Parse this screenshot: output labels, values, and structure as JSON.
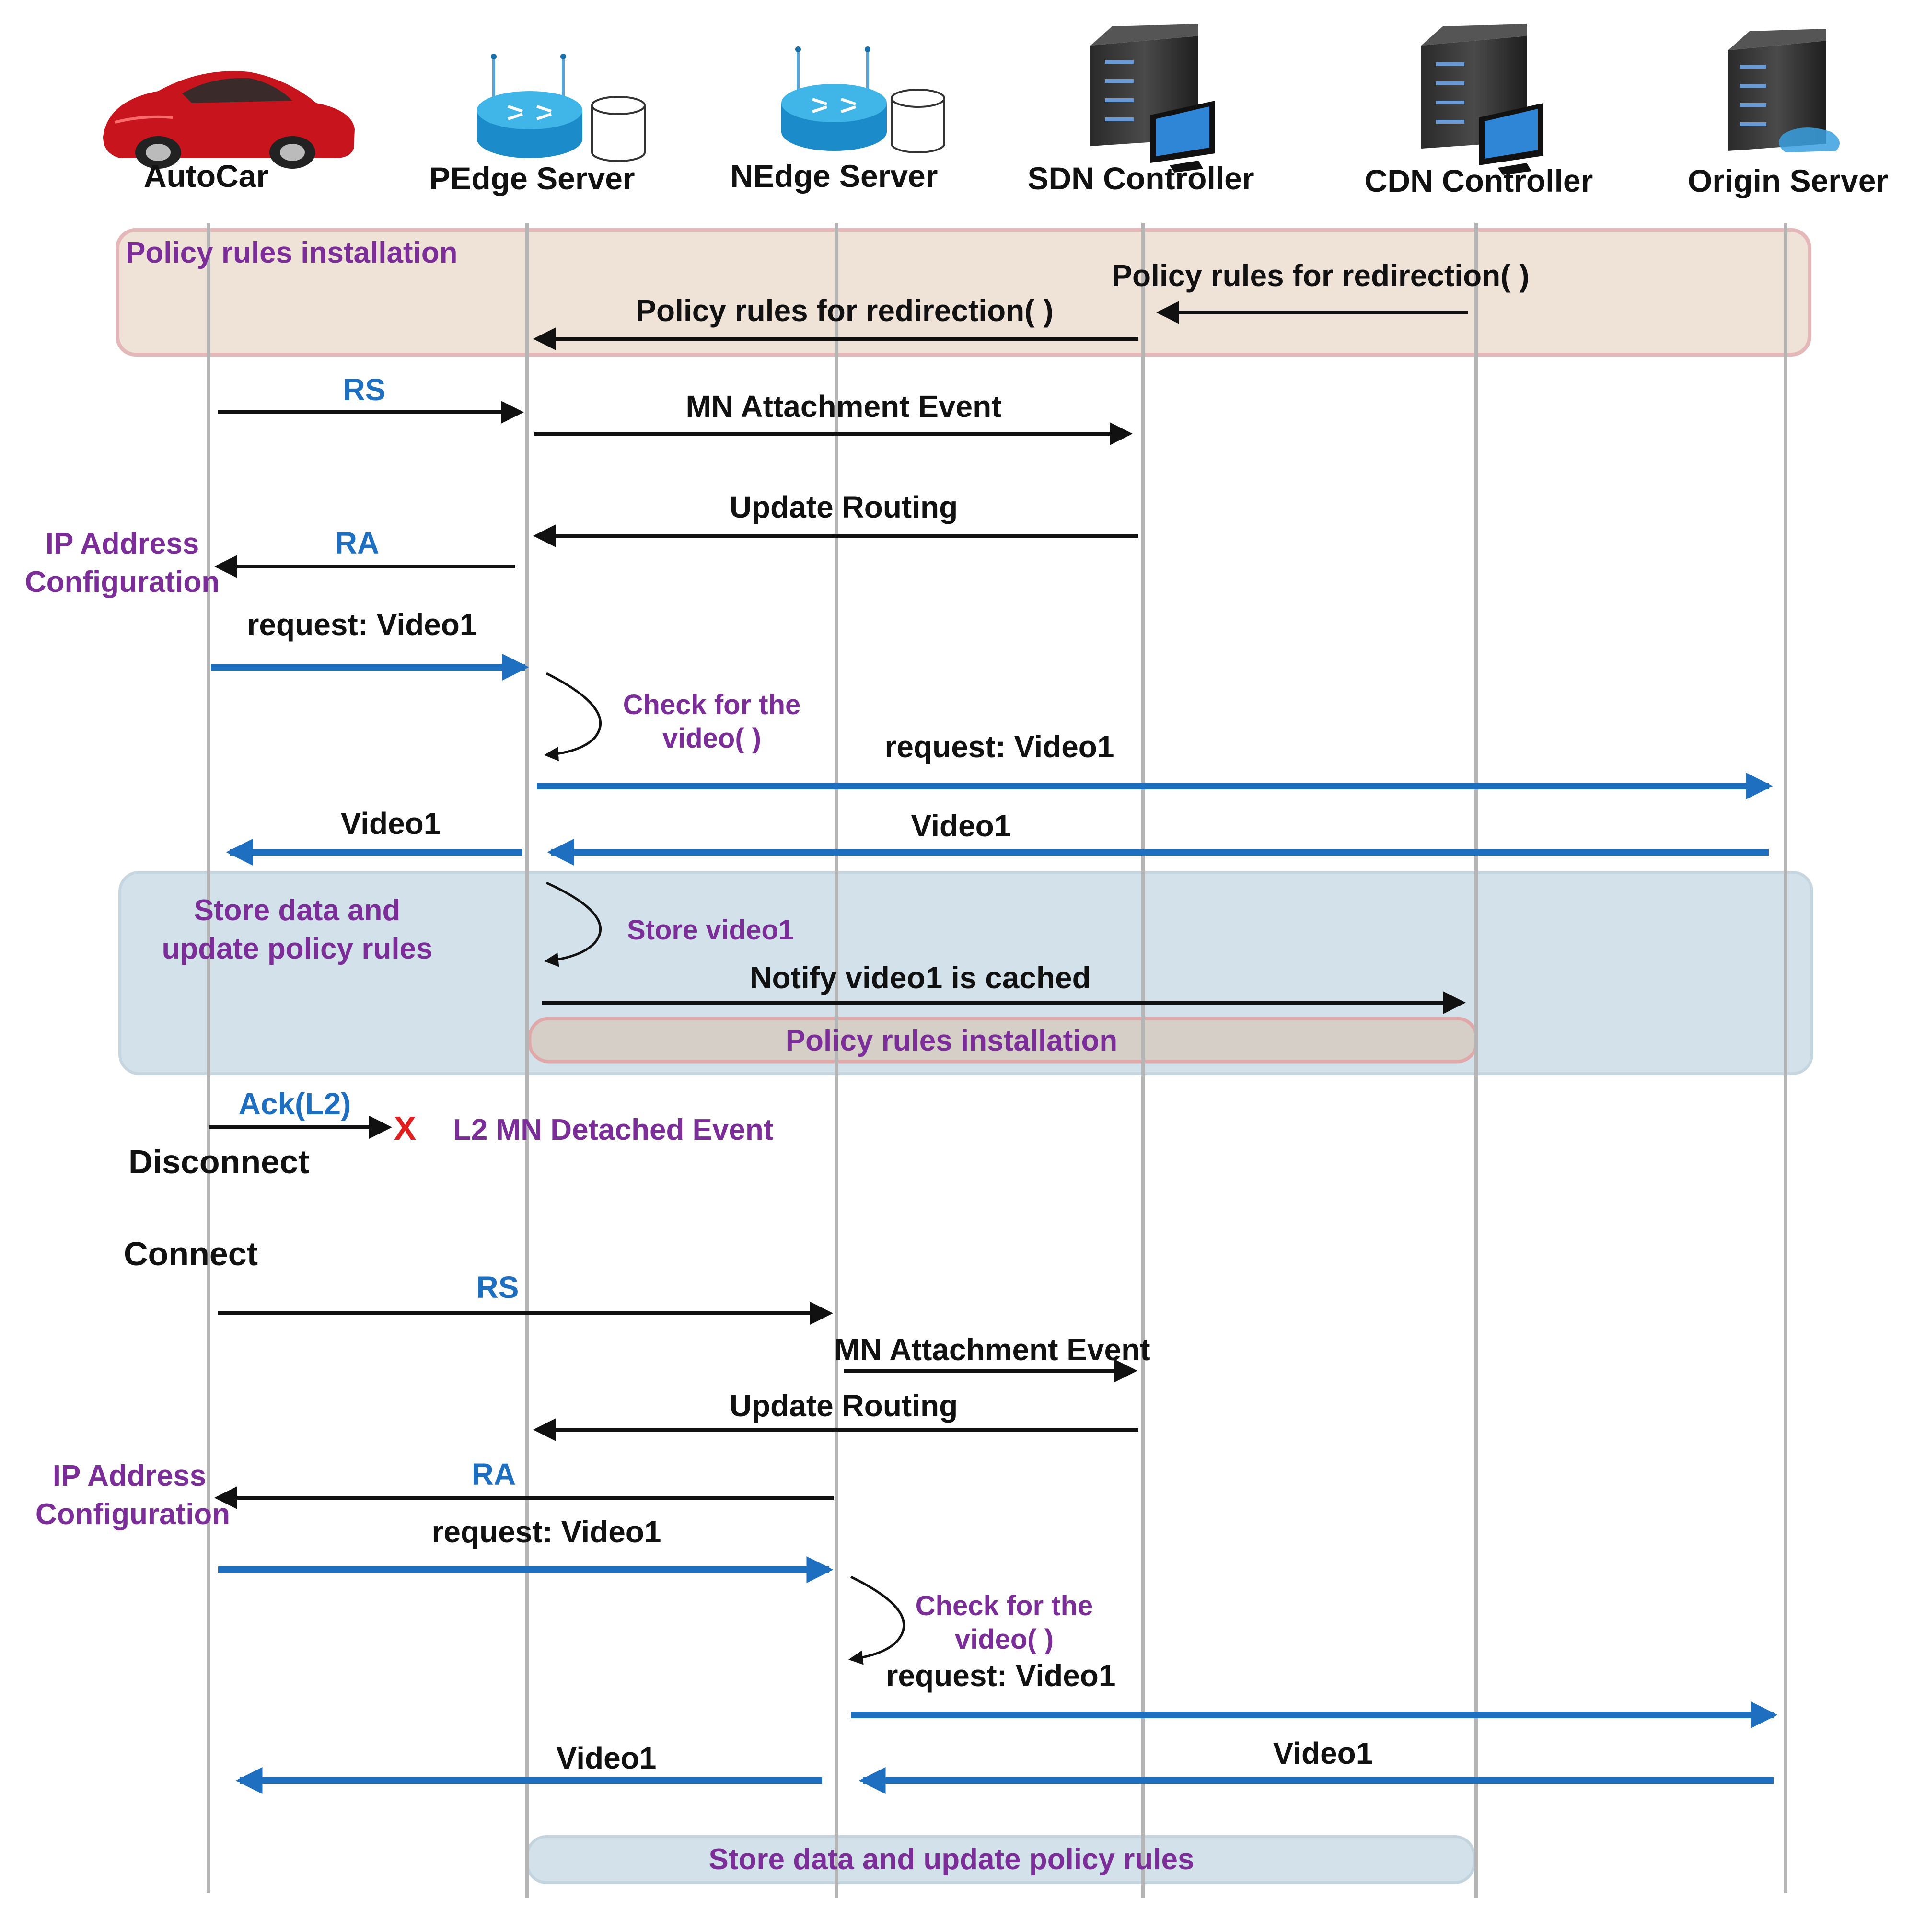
{
  "participants": [
    {
      "name": "AutoCar",
      "icon": "car-icon"
    },
    {
      "name": "PEdge Server",
      "icon": "router-icon"
    },
    {
      "name": "NEdge Server",
      "icon": "router-icon"
    },
    {
      "name": "SDN Controller",
      "icon": "server-icon"
    },
    {
      "name": "CDN Controller",
      "icon": "server-icon"
    },
    {
      "name": "Origin Server",
      "icon": "server-icon"
    }
  ],
  "phase1": {
    "box_label": "Policy rules installation",
    "policy_msg_1": "Policy rules for redirection( )",
    "policy_msg_2": "Policy rules for redirection( )",
    "rs": "RS",
    "mn_attach": "MN Attachment Event",
    "update_routing": "Update Routing",
    "ra": "RA",
    "ip_config_line1": "IP Address",
    "ip_config_line2": "Configuration",
    "request_1": "request: Video1",
    "check_line1": "Check for the",
    "check_line2": "video( )",
    "request_2": "request: Video1",
    "video_back_1": "Video1",
    "video_back_2": "Video1"
  },
  "store_phase": {
    "label_line1": "Store data and",
    "label_line2": "update policy rules",
    "store_video": "Store video1",
    "notify": "Notify video1 is cached",
    "policy_install": "Policy rules installation"
  },
  "handover": {
    "ack": "Ack(L2)",
    "x_mark": "X",
    "detached": "L2 MN Detached Event",
    "disconnect": "Disconnect",
    "connect": "Connect"
  },
  "phase2": {
    "rs": "RS",
    "mn_attach": "MN Attachment Event",
    "update_routing": "Update Routing",
    "ra": "RA",
    "ip_config_line1": "IP Address",
    "ip_config_line2": "Configuration",
    "request_1": "request: Video1",
    "check_line1": "Check for the",
    "check_line2": "video( )",
    "request_2": "request: Video1",
    "video_back_1": "Video1",
    "video_back_2": "Video1",
    "final_box": "Store data and update policy rules"
  },
  "colors": {
    "blue_arrow": "#1e6fc0",
    "black_arrow": "#111111",
    "purple_text": "#7b2e98",
    "policy_box_fill": "#efe3d8",
    "policy_box_stroke": "#e4b8b8",
    "store_box_fill": "#d2e1ea",
    "inner_box_fill": "#d5cfc8",
    "red_x": "#e02020"
  }
}
